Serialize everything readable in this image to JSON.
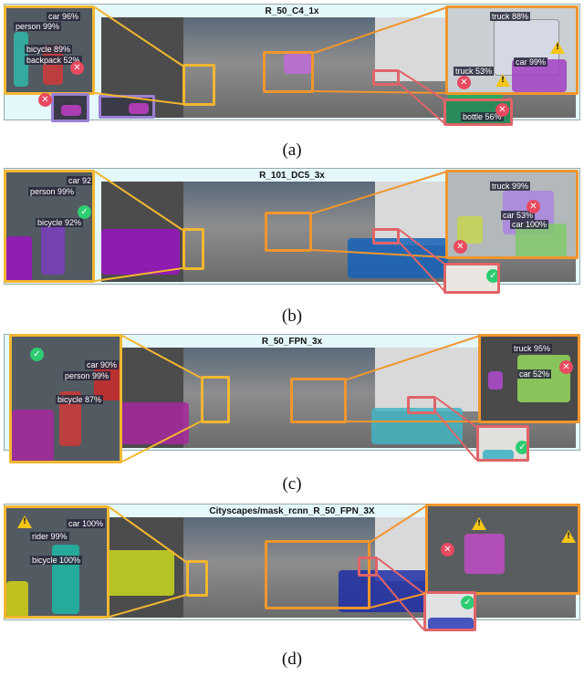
{
  "figure": {
    "panels": [
      {
        "caption": "(a)",
        "model": "R_50_C4_1x",
        "left_labels": [
          "car 96%",
          "person 99%",
          "bicycle 89%",
          "backpack 52%"
        ],
        "right_labels": [
          "truck 88%",
          "car 99%",
          "truck 53%"
        ],
        "mid_label": "bottle 56%"
      },
      {
        "caption": "(b)",
        "model": "R_101_DC5_3x",
        "left_labels": [
          "car 92",
          "person 99%",
          "bicycle 92%"
        ],
        "right_labels": [
          "truck 99%",
          "car 53%",
          "car 100%"
        ],
        "mid_label": ""
      },
      {
        "caption": "(c)",
        "model": "R_50_FPN_3x",
        "left_labels": [
          "car 90%",
          "person 99%",
          "bicycle 87%"
        ],
        "right_labels": [
          "truck 95%",
          "car 52%"
        ],
        "mid_label": ""
      },
      {
        "caption": "(d)",
        "model": "Cityscapes/mask_rcnn_R_50_FPN_3X",
        "left_labels": [
          "car 100%",
          "rider 99%",
          "bicycle 100%"
        ],
        "right_labels": [],
        "mid_label": ""
      }
    ],
    "icons": {
      "correct": "check-circle-icon",
      "wrong": "x-circle-icon",
      "warning": "warning-triangle-icon"
    },
    "colors": {
      "zoom_orange": "#f0962e",
      "zoom_yellow": "#f2b731",
      "zoom_red": "#e06468",
      "zoom_purple": "#9b7fd4",
      "strip_bg": "#e4f7fa"
    }
  }
}
